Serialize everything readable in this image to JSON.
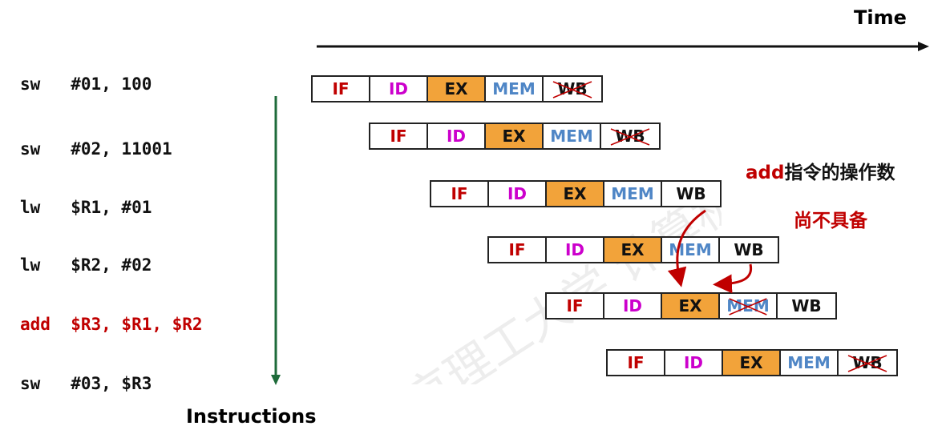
{
  "time_label": "Time",
  "instructions_label": "Instructions",
  "instructions": [
    {
      "op": "sw",
      "args": "#01, 100",
      "text": "sw   #01, 100",
      "highlight": false
    },
    {
      "op": "sw",
      "args": "#02, 11001",
      "text": "sw   #02, 11001",
      "highlight": false
    },
    {
      "op": "lw",
      "args": "$R1, #01",
      "text": "lw   $R1, #01",
      "highlight": false
    },
    {
      "op": "lw",
      "args": "$R2, #02",
      "text": "lw   $R2, #02",
      "highlight": false
    },
    {
      "op": "add",
      "args": "$R3, $R1, $R2",
      "text": "add  $R3, $R1, $R2",
      "highlight": true
    },
    {
      "op": "sw",
      "args": "#03, $R3",
      "text": "sw   #03, $R3",
      "highlight": false
    }
  ],
  "stages": [
    "IF",
    "ID",
    "EX",
    "MEM",
    "WB"
  ],
  "pipeline_rows": [
    {
      "crossed": [
        "WB"
      ]
    },
    {
      "crossed": [
        "WB"
      ]
    },
    {
      "crossed": []
    },
    {
      "crossed": []
    },
    {
      "crossed": [
        "MEM"
      ]
    },
    {
      "crossed": [
        "WB"
      ]
    }
  ],
  "note": {
    "line1_highlight": "add",
    "line1_rest": "指令的操作数",
    "line2": "尚不具备"
  },
  "watermark": "北京理工大学 计算机系统 嵩天",
  "colors": {
    "if": "#c00000",
    "id": "#cc00cc",
    "ex_fill": "#f2a33a",
    "mem": "#4f86c6",
    "highlight": "#c00000",
    "timeline_arrow": "#1e6b3a"
  }
}
